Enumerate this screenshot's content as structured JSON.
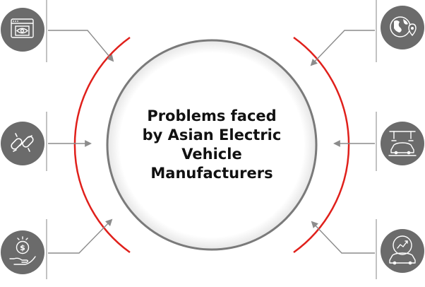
{
  "center": {
    "title_lines": [
      "Problems faced",
      "by Asian Electric",
      "Vehicle",
      "Manufacturers"
    ]
  },
  "colors": {
    "icon_bg": "#6b6b6b",
    "connector": "#8c8c8c",
    "accent_arc": "#e0201b",
    "ring": "#7a7a7a"
  },
  "icons": {
    "top_left": "browser-eye-icon",
    "middle_left": "broken-chain-icon",
    "bottom_left": "hand-coin-icon",
    "top_right": "globe-pin-icon",
    "middle_right": "car-assembly-icon",
    "bottom_right": "car-growth-icon"
  }
}
